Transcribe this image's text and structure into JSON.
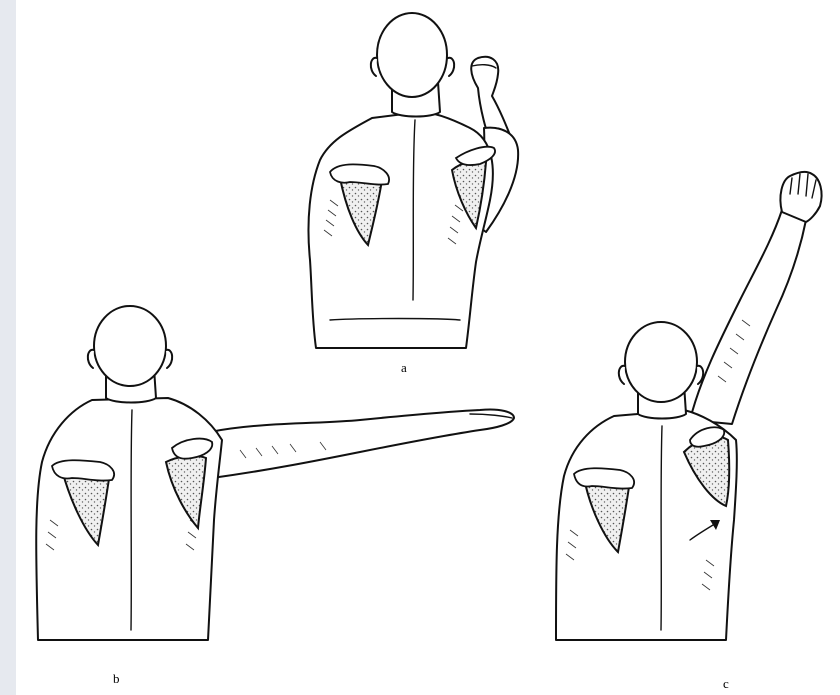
{
  "figures": [
    {
      "id": "a",
      "label": "a"
    },
    {
      "id": "b",
      "label": "b"
    },
    {
      "id": "c",
      "label": "c"
    }
  ]
}
